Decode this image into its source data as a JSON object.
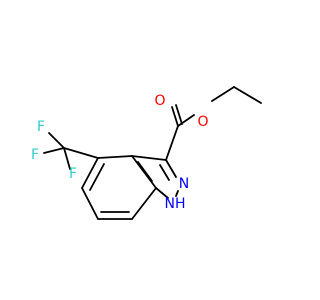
{
  "molecule": {
    "colors": {
      "bond": "#000000",
      "oxygen": "#ff0000",
      "nitrogen": "#0000ff",
      "fluorine": "#33cccc",
      "background": "#ffffff"
    },
    "atoms": [
      {
        "id": "O_carbonyl",
        "label": "O",
        "element": "oxygen"
      },
      {
        "id": "O_ester",
        "label": "O",
        "element": "oxygen"
      },
      {
        "id": "N2",
        "label": "N",
        "element": "nitrogen"
      },
      {
        "id": "N1H",
        "label": "NH",
        "element": "nitrogen"
      },
      {
        "id": "F_top",
        "label": "F",
        "element": "fluorine"
      },
      {
        "id": "F_left",
        "label": "F",
        "element": "fluorine"
      },
      {
        "id": "F_bottom",
        "label": "F",
        "element": "fluorine"
      }
    ]
  }
}
